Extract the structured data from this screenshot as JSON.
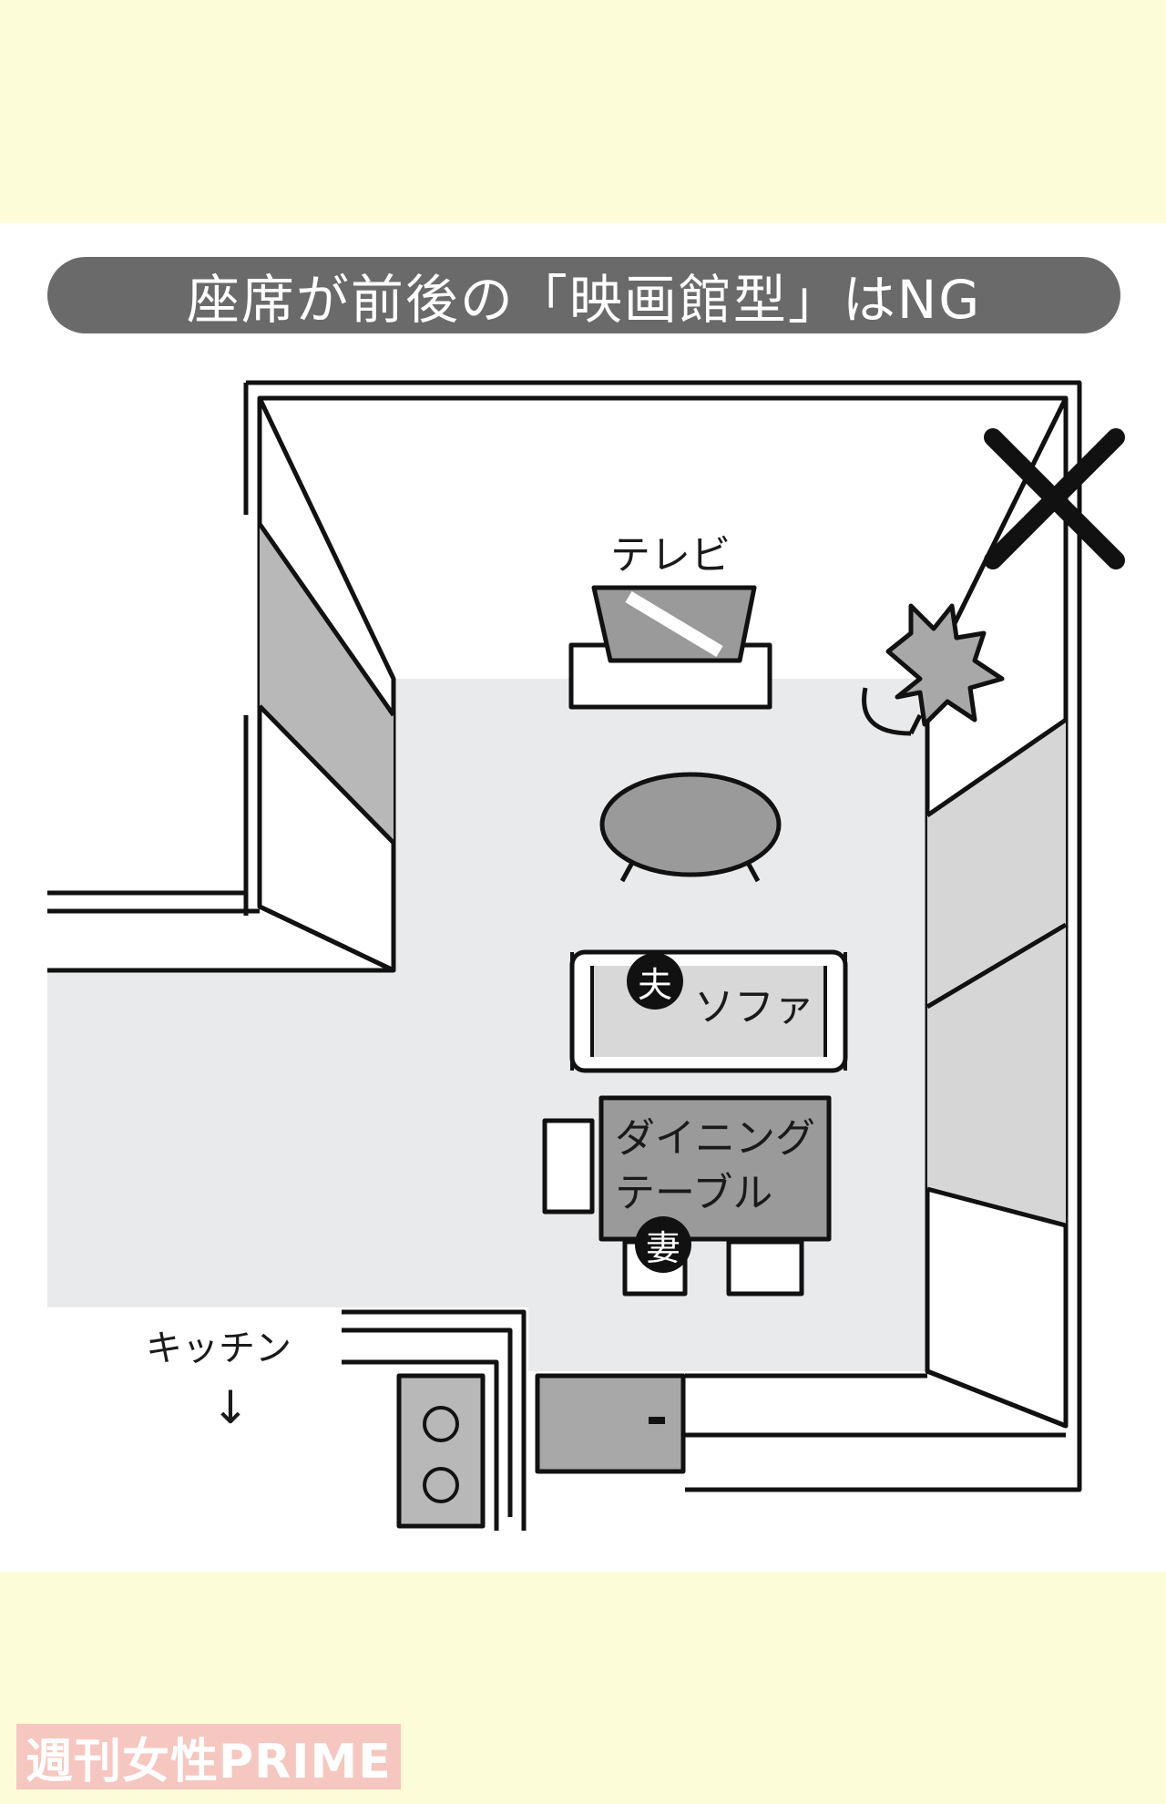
{
  "title": "座席が前後の「映画館型」はNG",
  "labels": {
    "tv": "テレビ",
    "sofa": "ソファ",
    "dining_table_line1": "ダイニング",
    "dining_table_line2": "テーブル",
    "kitchen": "キッチン",
    "kitchen_arrow": "↓"
  },
  "markers": {
    "husband": "夫",
    "wife": "妻",
    "ng_mark": "✕"
  },
  "logo": "週刊女性PRIME",
  "colors": {
    "background": "#fcfcd8",
    "title_pill": "#6a6a6a",
    "floor": "#e9eaeb",
    "wall_shade": "#b8b8b8",
    "logo": "#f6c7c0"
  }
}
